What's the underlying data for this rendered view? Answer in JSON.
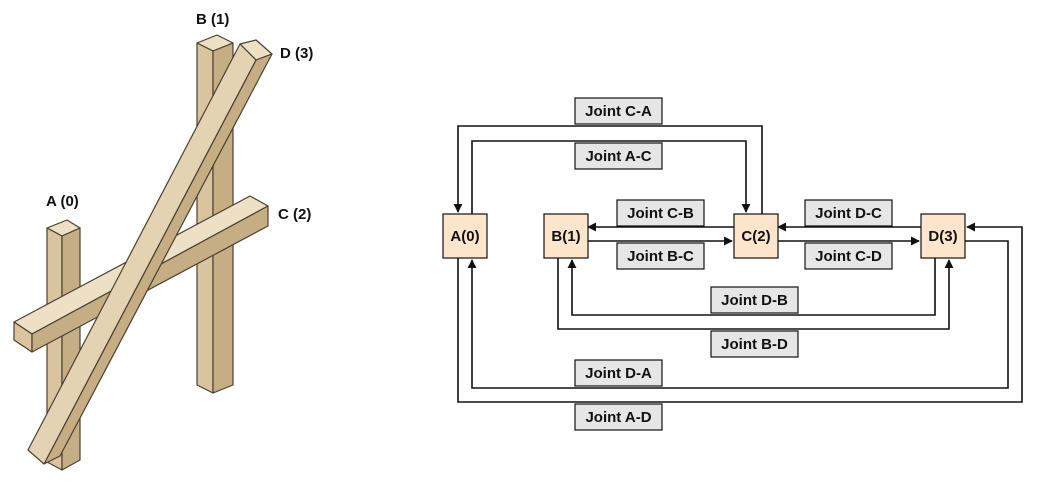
{
  "illustration": {
    "beam_labels": {
      "a": "A (0)",
      "b": "B (1)",
      "c": "C (2)",
      "d": "D (3)"
    },
    "colors": {
      "wood_top": "#eee0c4",
      "wood_side": "#d9c49e",
      "wood_front": "#c5ad84",
      "outline": "#4a4030"
    }
  },
  "graph": {
    "nodes": {
      "a": "A(0)",
      "b": "B(1)",
      "c": "C(2)",
      "d": "D(3)"
    },
    "joints": {
      "ca": "Joint C-A",
      "ac": "Joint A-C",
      "cb": "Joint C-B",
      "bc": "Joint B-C",
      "dc": "Joint D-C",
      "cd": "Joint C-D",
      "db": "Joint D-B",
      "bd": "Joint B-D",
      "da": "Joint D-A",
      "ad": "Joint A-D"
    },
    "colors": {
      "node_fill": "#fde5cc",
      "joint_fill": "#e6e6e6",
      "stroke": "#111111"
    }
  }
}
